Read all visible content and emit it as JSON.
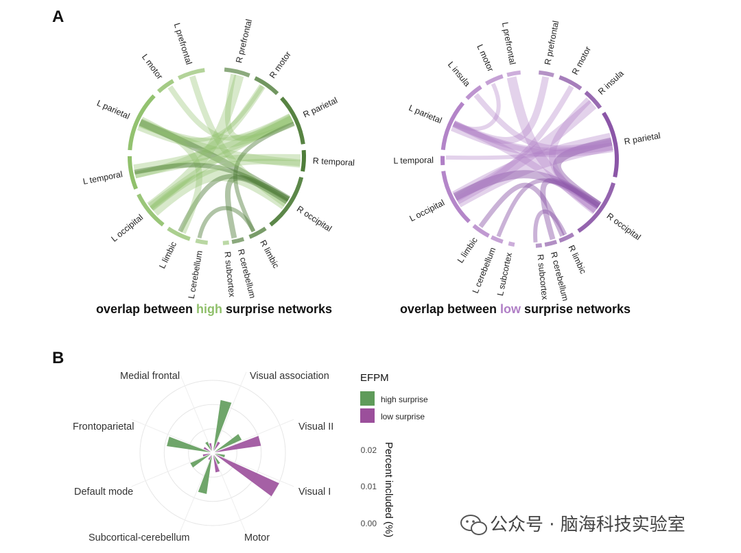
{
  "panel_a_letter": "A",
  "panel_b_letter": "B",
  "watermark": "公众号 · 脑海科技实验室",
  "colors": {
    "high": "#8fbf6a",
    "high_dark": "#4f7d3a",
    "low": "#b07fc6",
    "low_dark": "#8a55a6",
    "bar_high": "#5f9b5a",
    "bar_low": "#9b4f9b"
  },
  "chart_data": [
    {
      "type": "chord",
      "title_prefix": "overlap between ",
      "title_highlight": "high",
      "title_suffix": " surprise networks",
      "sectors": [
        "R prefrontal",
        "R motor",
        "R parietal",
        "R temporal",
        "R occipital",
        "R limbic",
        "R cerebellum",
        "R subcortex",
        "L cerebellum",
        "L limbic",
        "L occipital",
        "L temporal",
        "L parietal",
        "L motor",
        "L prefrontal"
      ]
    },
    {
      "type": "chord",
      "title_prefix": "overlap between ",
      "title_highlight": "low",
      "title_suffix": " surprise networks",
      "sectors": [
        "R prefrontal",
        "R motor",
        "R insula",
        "R parietal",
        "R occipital",
        "R limbic",
        "R cerebellum",
        "R subcortex",
        "L subcortex",
        "L cerebellum",
        "L limbic",
        "L occipital",
        "L temporal",
        "L parietal",
        "L insula",
        "L motor",
        "L prefrontal"
      ]
    },
    {
      "type": "radial_bar",
      "categories": [
        "Visual association",
        "Visual II",
        "Visual I",
        "Motor",
        "Subcortical-cerebellum",
        "Default mode",
        "Frontoparietal",
        "Medial frontal"
      ],
      "series": [
        {
          "name": "high surprise",
          "values": [
            0.021,
            0.012,
            0.004,
            0.004,
            0.016,
            0.009,
            0.018,
            0.004
          ]
        },
        {
          "name": "low surprise",
          "values": [
            0.004,
            0.019,
            0.029,
            0.007,
            0.002,
            0.003,
            0.003,
            0.003
          ]
        }
      ],
      "legend_title": "EFPM",
      "axis_title": "Percent included (%)",
      "axis_ticks": [
        "0.00",
        "0.01",
        "0.02"
      ],
      "rlim": [
        0,
        0.03
      ]
    }
  ]
}
